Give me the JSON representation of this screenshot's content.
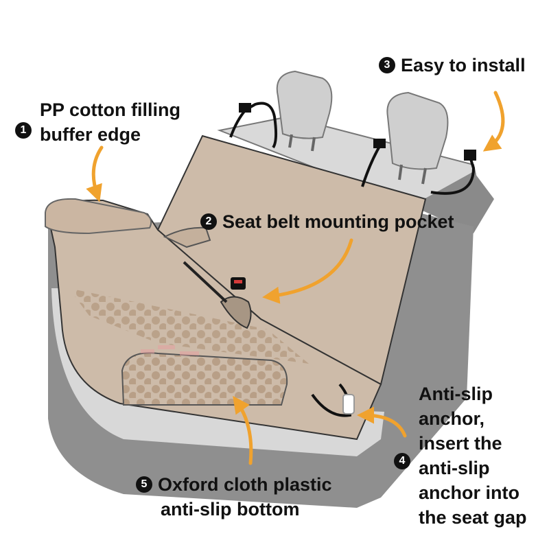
{
  "colors": {
    "arrow": "#f0a22e",
    "cover": "#cdbba9",
    "cover_dark": "#b8a592",
    "seat_gray": "#8f8f8f",
    "seat_light": "#d5d5d5",
    "text": "#111111"
  },
  "callouts": [
    {
      "number": "1",
      "lines": [
        "PP cotton filling",
        "buffer edge"
      ]
    },
    {
      "number": "2",
      "lines": [
        "Seat belt mounting pocket"
      ]
    },
    {
      "number": "3",
      "lines": [
        "Easy to install"
      ]
    },
    {
      "number": "4",
      "lines": [
        "Anti-slip",
        "anchor,",
        "insert the",
        "anti-slip",
        "anchor into",
        "the seat gap"
      ]
    },
    {
      "number": "5",
      "lines": [
        "Oxford cloth plastic",
        "anti-slip bottom"
      ]
    }
  ]
}
